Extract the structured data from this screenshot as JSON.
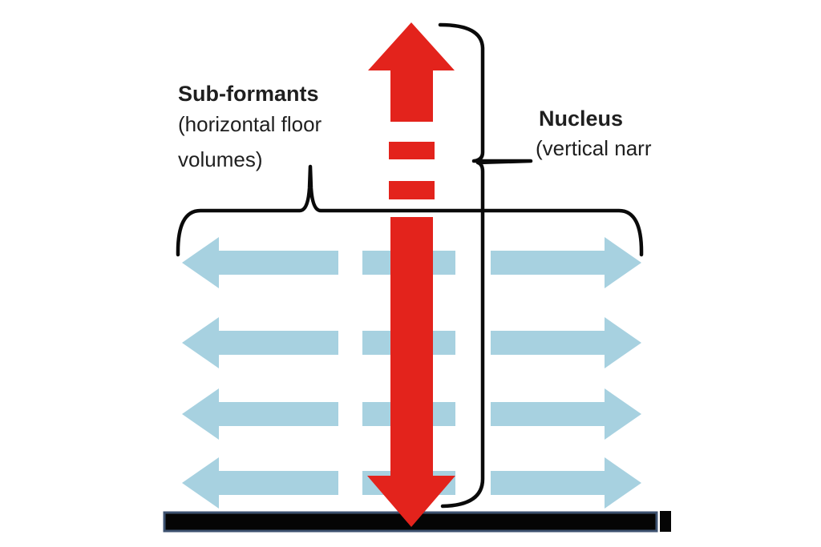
{
  "colors": {
    "arrow_red": "#e3231c",
    "arrow_blue": "#a7d1e0",
    "brace_black": "#0a0a0a",
    "bar_fill": "#050505",
    "bar_border": "#3d5270",
    "text_dark": "#1f1f1f"
  },
  "labels": {
    "sub_formants": {
      "title": "Sub-formants",
      "line1": "(horizontal floor",
      "line2": "volumes)"
    },
    "nucleus": {
      "title": "Nucleus",
      "line1": "(vertical narr"
    }
  },
  "figure": {
    "floor_arrow_rows": 4,
    "up_arrow_icon": "red-up-block-arrow",
    "down_arrow_icon": "red-down-block-arrow",
    "floor_arrow_icon": "blue-double-horizontal-arrow",
    "ground_icon": "ground-bar"
  }
}
